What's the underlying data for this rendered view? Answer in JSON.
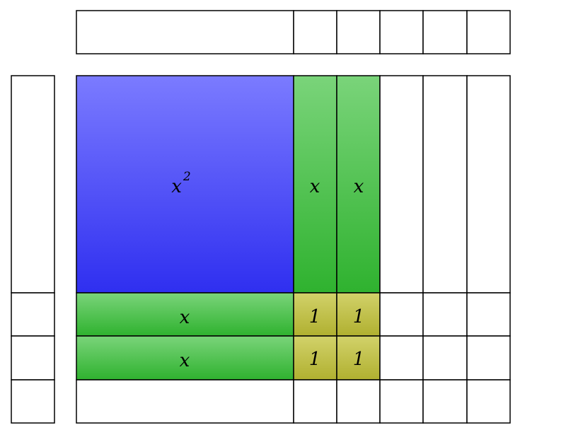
{
  "tiles": {
    "x_squared": {
      "base": "x",
      "exponent": "2"
    },
    "x_labels": [
      "x",
      "x",
      "x",
      "x"
    ],
    "one_labels": [
      "1",
      "1",
      "1",
      "1"
    ]
  },
  "colors": {
    "x_squared_top": "#7b7bff",
    "x_squared_bottom": "#2f2ff0",
    "x_tile_top": "#7ad47a",
    "x_tile_bottom": "#2fb22f",
    "one_tile_top": "#d2d26a",
    "one_tile_bottom": "#b0b030",
    "empty": "#ffffff",
    "stroke": "#000000"
  }
}
